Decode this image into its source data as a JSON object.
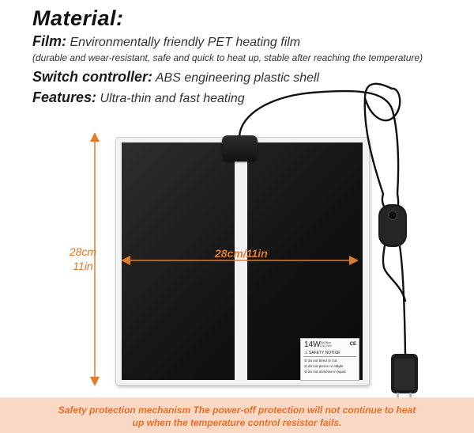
{
  "heading": "Material:",
  "film": {
    "key": "Film:",
    "value": "Environmentally friendly PET heating film"
  },
  "film_note": "(durable and wear-resistant, safe and quick to heat up, stable after reaching the temperature)",
  "switch": {
    "key": "Switch controller:",
    "value": "ABS engineering plastic shell"
  },
  "features": {
    "key": "Features:",
    "value": "Ultra-thin and fast heating"
  },
  "dimensions": {
    "width_label": "28cm/11in",
    "height_cm": "28cm",
    "height_in": "11in"
  },
  "product_label": {
    "wattage": "14W",
    "size_line1": "28x28cm",
    "size_line2": "220-240V",
    "mark": "CE",
    "notice": "SAFETY NOTICE",
    "warnings": [
      "do not bend or cut",
      "do not pierce or staple",
      "do not immerse in liquid"
    ]
  },
  "banner": {
    "line1": "Safety protection mechanism The power-off protection will not continue to heat",
    "line2": "up when the temperature control resistor fails."
  },
  "colors": {
    "accent": "#e07b2a",
    "banner_bg": "#f9d9c6",
    "film": "#151515"
  }
}
